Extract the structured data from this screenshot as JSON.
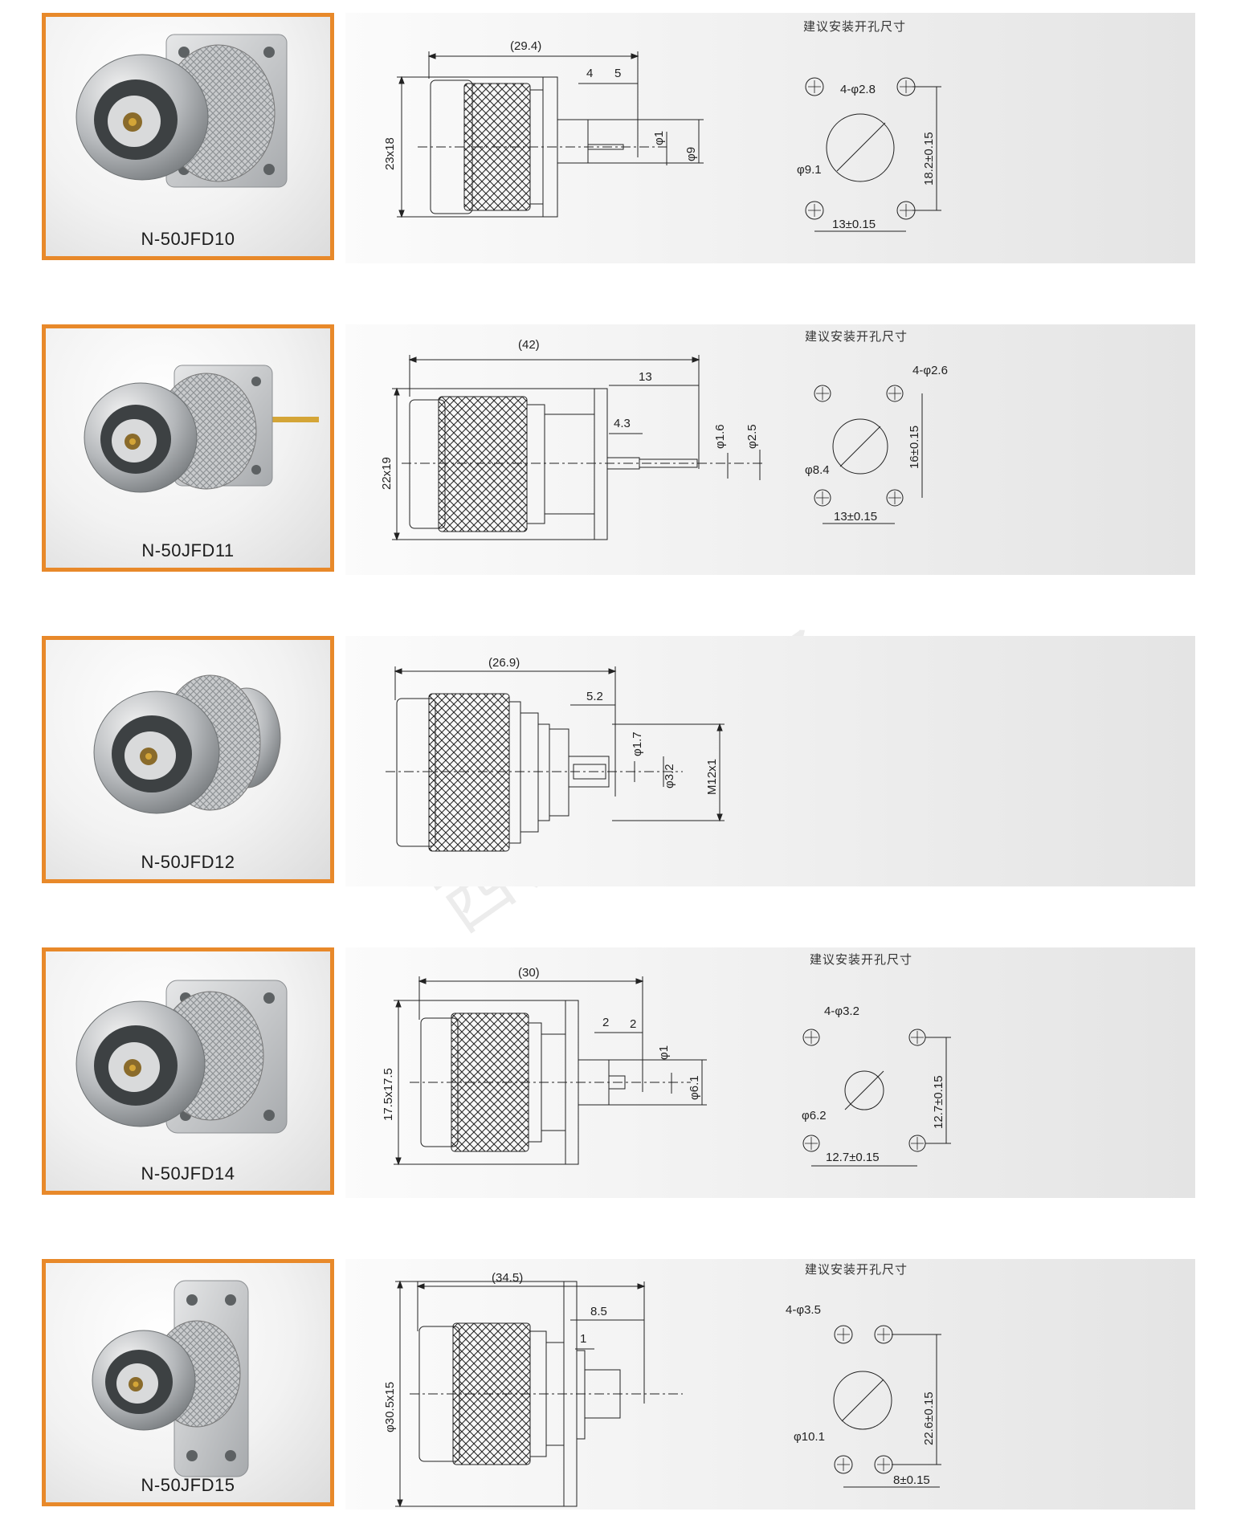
{
  "watermark": "西安迎航电子",
  "hole_title": "建议安装开孔尺寸",
  "products": [
    {
      "model": "N-50JFD10",
      "dims": {
        "length": "(29.4)",
        "d1": "4",
        "d2": "5",
        "pin": "φ1",
        "body": "φ9",
        "flange": "23x18"
      },
      "holes": {
        "mount": "4-φ2.8",
        "center": "φ9.1",
        "h_spacing": "13±0.15",
        "v_spacing": "18.2±0.15"
      }
    },
    {
      "model": "N-50JFD11",
      "dims": {
        "length": "(42)",
        "d1": "13",
        "d2": "4.3",
        "pin": "φ1.6",
        "body": "φ2.5",
        "flange": "22x19"
      },
      "holes": {
        "mount": "4-φ2.6",
        "center": "φ8.4",
        "h_spacing": "13±0.15",
        "v_spacing": "16±0.15"
      }
    },
    {
      "model": "N-50JFD12",
      "dims": {
        "length": "(26.9)",
        "d1": "5.2",
        "pin": "φ1.7",
        "body": "φ3.2",
        "thread": "M12x1"
      }
    },
    {
      "model": "N-50JFD14",
      "dims": {
        "length": "(30)",
        "d1": "2",
        "d2": "2",
        "pin": "φ1",
        "body": "φ6.1",
        "flange": "17.5x17.5"
      },
      "holes": {
        "mount": "4-φ3.2",
        "center": "φ6.2",
        "h_spacing": "12.7±0.15",
        "v_spacing": "12.7±0.15"
      }
    },
    {
      "model": "N-50JFD15",
      "dims": {
        "length": "(34.5)",
        "d1": "8.5",
        "d2": "1",
        "flange": "φ30.5x15"
      },
      "holes": {
        "mount": "4-φ3.5",
        "center": "φ10.1",
        "h_spacing": "8±0.15",
        "v_spacing": "22.6±0.15"
      }
    }
  ],
  "colors": {
    "frame": "#e8892a",
    "panel": "#efefef",
    "metal": "#b9bcbf",
    "gold": "#d4a537"
  }
}
